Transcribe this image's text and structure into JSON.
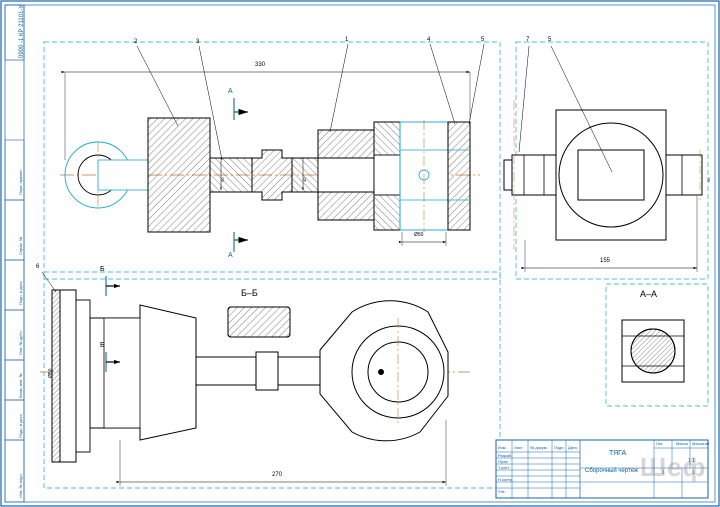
{
  "drawing": {
    "title_stamp_top": "0900 -1 КР 21101-У",
    "watermark": "Шеф",
    "main_view": {
      "dim_total_length": "330",
      "dim_mid_1": "50",
      "dim_mid_2": "40",
      "dim_bore": "Ø50",
      "section_mark_a_top": "A",
      "section_mark_a_bottom": "A",
      "balloons": [
        "2",
        "3",
        "1",
        "4",
        "5",
        "7",
        "5"
      ]
    },
    "right_view": {
      "dim_width": "155",
      "dim_side": "50"
    },
    "bottom_view": {
      "dim_total": "270",
      "dim_height": "Ø50",
      "section_mark_b_top": "Б",
      "section_mark_b_bottom": "Б",
      "balloon": "6"
    },
    "section_bb": {
      "label": "Б–Б"
    },
    "section_aa": {
      "label": "A–A"
    },
    "title_block": {
      "part_name": "ТЯГА",
      "doc_type": "Сборочный чертеж",
      "rows": [
        {
          "label": "Изм.",
          "v": ""
        },
        {
          "label": "Разраб.",
          "v": ""
        },
        {
          "label": "Пров.",
          "v": ""
        },
        {
          "label": "Т.конт.",
          "v": ""
        },
        {
          "label": "Н.контр.",
          "v": ""
        },
        {
          "label": "Утв.",
          "v": ""
        }
      ],
      "head_cells": [
        "Лист",
        "№ докум.",
        "Подп.",
        "Дата"
      ],
      "right_cells": [
        "Лит.",
        "Масса",
        "Масштаб"
      ],
      "scale": "1:1",
      "sheet": "1",
      "sheets": "1"
    },
    "left_margin_rows": [
      "Перв. примен.",
      "Справ. №",
      "Подп. и дата",
      "Инв. № дубл.",
      "Взам. инв. №",
      "Подп. и дата",
      "Инв. № подл."
    ],
    "colors": {
      "line": "#000000",
      "cyan": "#19a9cd",
      "blue": "#1763b0",
      "axis": "#c07a30",
      "hatch": "#000000",
      "frame": "#1763b0"
    }
  }
}
